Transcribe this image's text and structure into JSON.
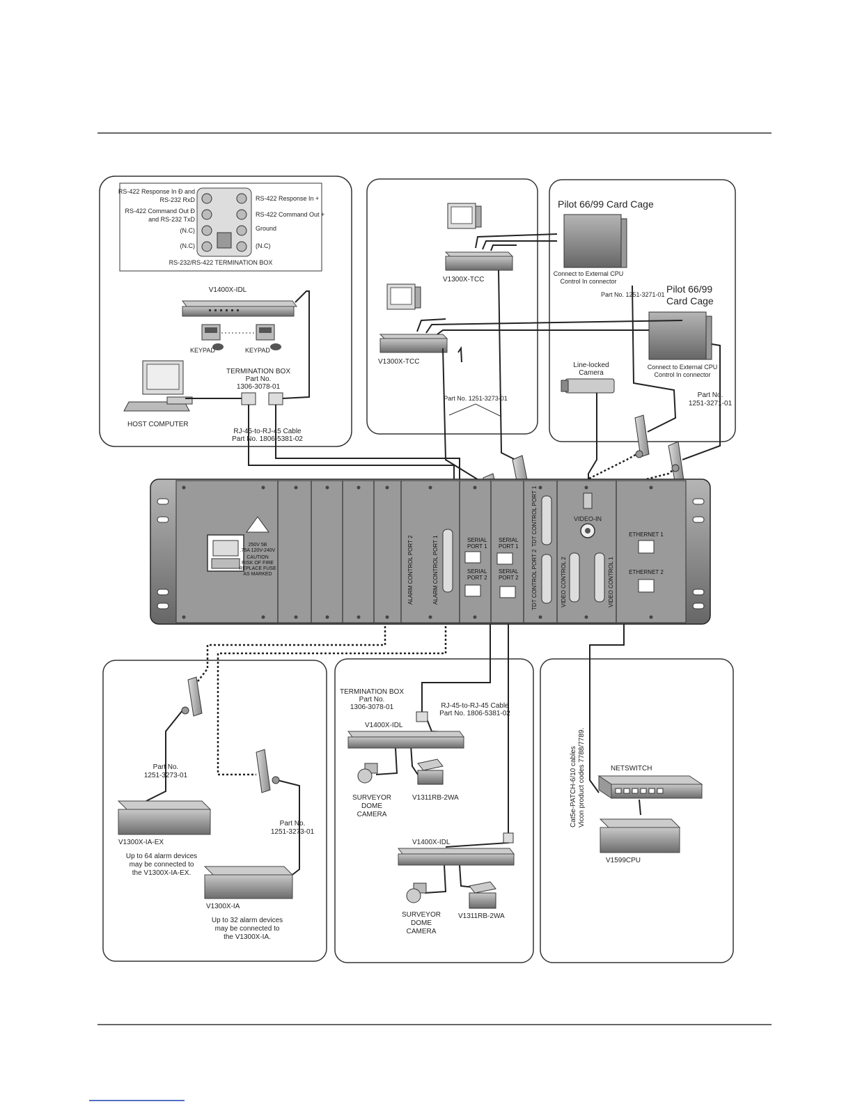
{
  "termbox_top": {
    "title": "RS-232/RS-422 TERMINATION BOX",
    "left": [
      "RS-422 Response In Đ and",
      "RS-232 RxD",
      "RS-422 Command Out Đ",
      "and RS-232 TxD",
      "(N.C)",
      "(N.C)"
    ],
    "right": [
      "RS-422 Response In +",
      "RS-422 Command Out +",
      "Ground",
      "(N.C)"
    ]
  },
  "panel_tl": {
    "idl": "V1400X-IDL",
    "keypad1": "KEYPAD",
    "keypad2": "KEYPAD",
    "host": "HOST COMPUTER",
    "tb": [
      "TERMINATION BOX",
      "Part No.",
      "1306-3078-01"
    ],
    "cable": [
      "RJ-45-to-RJ-45 Cable",
      "Part No. 1806-5381-02"
    ]
  },
  "panel_tm": {
    "tcc1": "V1300X-TCC",
    "tcc2": "V1300X-TCC",
    "part": "Part No. 1251-3273-01"
  },
  "panel_tr": {
    "cage1": "Pilot 66/99 Card Cage",
    "cage1_note": [
      "Connect to External CPU",
      "Control In connector"
    ],
    "part1": "Part No. 1251-3271-01",
    "cage2": [
      "Pilot 66/99",
      "Card Cage"
    ],
    "camera": [
      "Line-locked",
      "Camera"
    ],
    "cage2_note": [
      "Connect to External CPU",
      "Control In connector"
    ],
    "part2": [
      "Part No.",
      "1251-3271-01"
    ]
  },
  "rack": {
    "caution": [
      "250V 5B",
      ".75A 120V-240V",
      "CAUTION",
      "RISK OF FIRE",
      "REPLACE FUSE",
      "AS MARKED"
    ],
    "alarm2": "ALARM CONTROL PORT 2",
    "alarm1": "ALARM CONTROL PORT 1",
    "serialA1": [
      "SERIAL",
      "PORT 1"
    ],
    "serialA2": [
      "SERIAL",
      "PORT 2"
    ],
    "serialB1": [
      "SERIAL",
      "PORT 1"
    ],
    "serialB2": [
      "SERIAL",
      "PORT 2"
    ],
    "tdt1": "TDT CONTROL PORT 1",
    "tdt2": "TDT CONTROL PORT 2",
    "videoin": "VIDEO-IN",
    "vc2": "VIDEO CONTROL 2",
    "vc1": "VIDEO CONTROL 1",
    "eth1": "ETHERNET 1",
    "eth2": "ETHERNET 2"
  },
  "panel_bl": {
    "part1": [
      "Part No.",
      "1251-3273-01"
    ],
    "iaex": "V1300X-IA-EX",
    "iaex_note": [
      "Up to 64 alarm devices",
      "may be connected to",
      "the V1300X-IA-EX."
    ],
    "part2": [
      "Part No.",
      "1251-3273-01"
    ],
    "ia": "V1300X-IA",
    "ia_note": [
      "Up to 32 alarm devices",
      "may be connected to",
      "the V1300X-IA."
    ]
  },
  "panel_bm": {
    "tb": [
      "TERMINATION BOX",
      "Part No.",
      "1306-3078-01"
    ],
    "cable": [
      "RJ-45-to-RJ-45 Cable",
      "Part No. 1806-5381-02"
    ],
    "idl1": "V1400X-IDL",
    "dome1": [
      "SURVEYOR",
      "DOME",
      "CAMERA"
    ],
    "rb1": "V1311RB-2WA",
    "idl2": "V1400X-IDL",
    "dome2": [
      "SURVEYOR",
      "DOME",
      "CAMERA"
    ],
    "rb2": "V1311RB-2WA"
  },
  "panel_br": {
    "cables": [
      "Cat5e-PATCH-6/10 cables",
      "Vicon product codes 7788/7789."
    ],
    "switch": "NETSWITCH",
    "cpu": "V1599CPU"
  },
  "colors": {
    "ink": "#222222",
    "panel": "#ffffff",
    "device": "#8c8c8c",
    "rack": "#7a7a7a"
  }
}
